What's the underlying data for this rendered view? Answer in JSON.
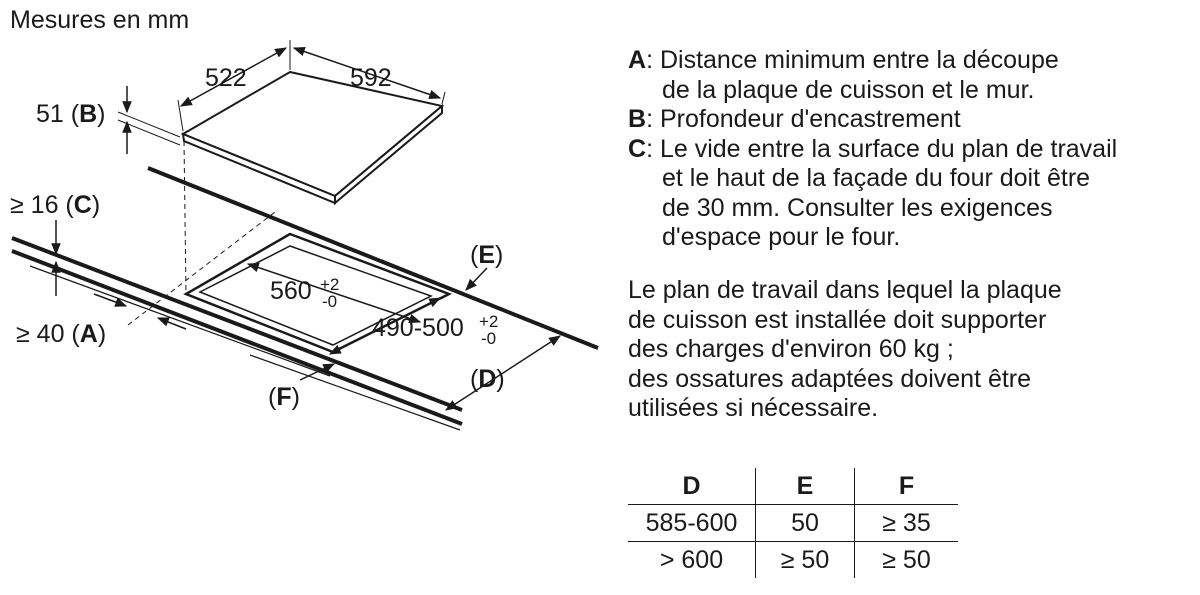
{
  "header": {
    "title": "Mesures en mm"
  },
  "dimensions": {
    "width_top": "522",
    "length_top": "592",
    "depth_b_value": "51",
    "depth_b_key": "B",
    "gap_c_value": "≥ 16",
    "gap_c_key": "C",
    "wall_a_value": "≥ 40",
    "wall_a_key": "A",
    "cutout_width": "560",
    "cutout_depth": "490-500",
    "tol_plus": "+2",
    "tol_minus": "-0",
    "label_e": "E",
    "label_d": "D",
    "label_f": "F"
  },
  "legend": [
    {
      "key": "A",
      "lines": [
        "Distance minimum entre la découpe",
        "de la plaque de cuisson et le mur."
      ]
    },
    {
      "key": "B",
      "lines": [
        "Profondeur d'encastrement"
      ]
    },
    {
      "key": "C",
      "lines": [
        "Le vide entre la surface du plan de travail",
        "et le haut de la façade du four doit être",
        "de 30 mm. Consulter les exigences",
        "d'espace pour le four."
      ]
    }
  ],
  "note": {
    "lines": [
      "Le plan de travail dans lequel la plaque",
      "de cuisson est installée doit supporter",
      "des charges d'environ 60 kg ;",
      "des ossatures adaptées doivent être",
      "utilisées si nécessaire."
    ]
  },
  "spec_table": {
    "headers": [
      "D",
      "E",
      "F"
    ],
    "rows": [
      [
        "585-600",
        "50",
        "≥ 35"
      ],
      [
        "> 600",
        "≥ 50",
        "≥ 50"
      ]
    ]
  }
}
